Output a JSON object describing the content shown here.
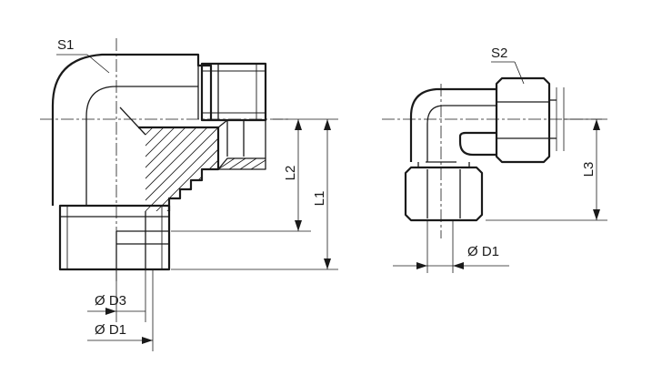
{
  "left_view": {
    "label_s1": "S1",
    "label_l1": "L1",
    "label_l2": "L2",
    "label_d3": "Ø D3",
    "label_d1": "Ø D1"
  },
  "right_view": {
    "label_s2": "S2",
    "label_l3": "L3",
    "label_d1": "Ø D1"
  }
}
